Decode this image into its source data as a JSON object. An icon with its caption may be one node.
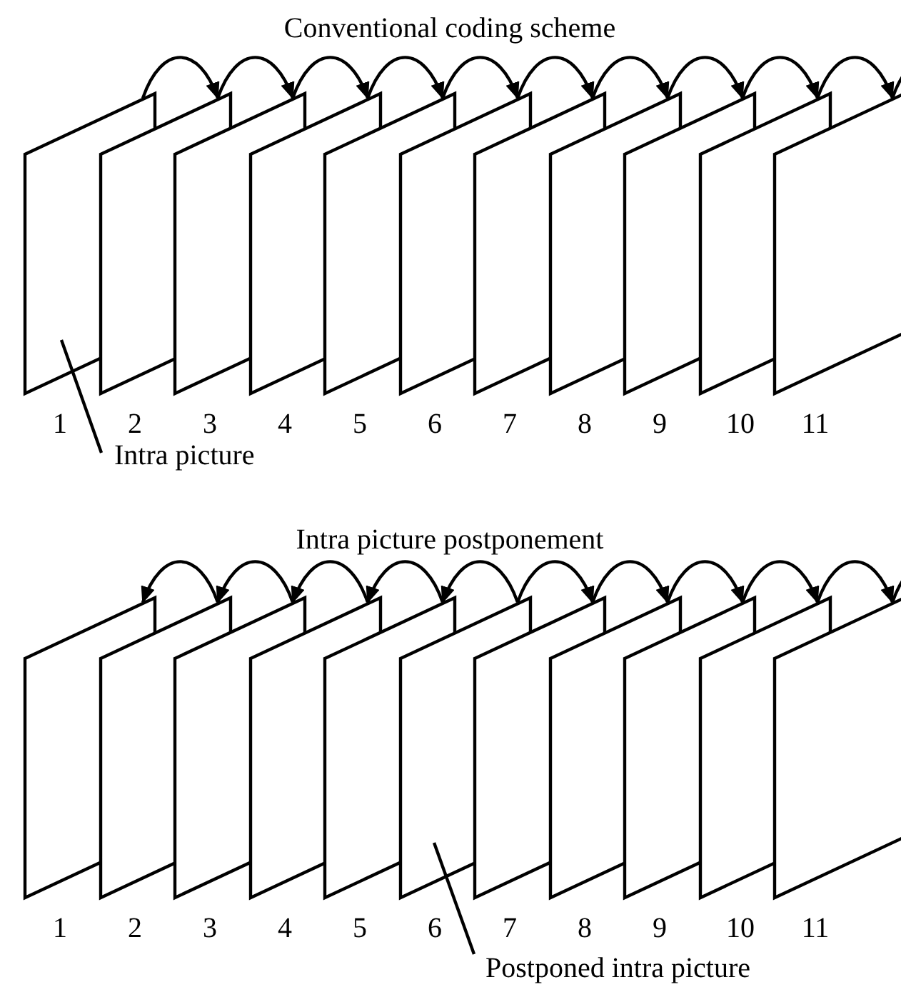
{
  "diagram": {
    "nodes": [
      {
        "text": [],
        "shape": "parallelogram",
        "beside": [
          "1"
        ]
      },
      {
        "text": [],
        "shape": "parallelogram",
        "beside": [
          "2"
        ]
      },
      {
        "text": [],
        "shape": "parallelogram",
        "beside": [
          "3"
        ]
      },
      {
        "text": [],
        "shape": "parallelogram",
        "beside": [
          "4"
        ]
      },
      {
        "text": [],
        "shape": "parallelogram",
        "beside": [
          "5"
        ]
      },
      {
        "text": [],
        "shape": "parallelogram",
        "beside": [
          "6"
        ]
      },
      {
        "text": [],
        "shape": "parallelogram",
        "beside": [
          "7"
        ]
      },
      {
        "text": [],
        "shape": "parallelogram",
        "beside": [
          "8"
        ]
      },
      {
        "text": [],
        "shape": "parallelogram",
        "beside": [
          "9"
        ]
      },
      {
        "text": [],
        "shape": "parallelogram",
        "beside": [
          "10"
        ]
      },
      {
        "text": [],
        "shape": "parallelogram",
        "beside": [
          "11"
        ]
      },
      {
        "text": [
          "Intra picture"
        ]
      },
      {
        "text": [],
        "shape": "parallelogram",
        "beside": [
          "1"
        ]
      },
      {
        "text": [],
        "shape": "parallelogram",
        "beside": [
          "2"
        ]
      },
      {
        "text": [],
        "shape": "parallelogram",
        "beside": [
          "3"
        ]
      },
      {
        "text": [],
        "shape": "parallelogram",
        "beside": [
          "4"
        ]
      },
      {
        "text": [],
        "shape": "parallelogram",
        "beside": [
          "5"
        ]
      },
      {
        "text": [],
        "shape": "parallelogram",
        "beside": [
          "6"
        ]
      },
      {
        "text": [],
        "shape": "parallelogram",
        "beside": [
          "7"
        ]
      },
      {
        "text": [],
        "shape": "parallelogram",
        "beside": [
          "8"
        ]
      },
      {
        "text": [],
        "shape": "parallelogram",
        "beside": [
          "9"
        ]
      },
      {
        "text": [],
        "shape": "parallelogram",
        "beside": [
          "10"
        ]
      },
      {
        "text": [],
        "shape": "parallelogram",
        "beside": [
          "11"
        ]
      },
      {
        "text": [
          "Postponed intra picture"
        ]
      }
    ],
    "edges": [
      {
        "from": 0,
        "to": 1,
        "arrow": "to"
      },
      {
        "from": 1,
        "to": 2,
        "arrow": "to"
      },
      {
        "from": 2,
        "to": 3,
        "arrow": "to"
      },
      {
        "from": 3,
        "to": 4,
        "arrow": "to"
      },
      {
        "from": 4,
        "to": 5,
        "arrow": "to"
      },
      {
        "from": 5,
        "to": 6,
        "arrow": "to"
      },
      {
        "from": 6,
        "to": 7,
        "arrow": "to"
      },
      {
        "from": 7,
        "to": 8,
        "arrow": "to"
      },
      {
        "from": 8,
        "to": 9,
        "arrow": "to"
      },
      {
        "from": 9,
        "to": 10,
        "arrow": "to"
      },
      {
        "from": 10,
        "to": null,
        "arrow": "to"
      },
      {
        "from": 11,
        "to": 0,
        "arrow": "none"
      },
      {
        "from": 13,
        "to": 12,
        "arrow": "to"
      },
      {
        "from": 14,
        "to": 13,
        "arrow": "to"
      },
      {
        "from": 15,
        "to": 14,
        "arrow": "to"
      },
      {
        "from": 16,
        "to": 15,
        "arrow": "to"
      },
      {
        "from": 17,
        "to": 16,
        "arrow": "to"
      },
      {
        "from": 17,
        "to": 18,
        "arrow": "to"
      },
      {
        "from": 18,
        "to": 19,
        "arrow": "to"
      },
      {
        "from": 19,
        "to": 20,
        "arrow": "to"
      },
      {
        "from": 20,
        "to": 21,
        "arrow": "to"
      },
      {
        "from": 21,
        "to": 22,
        "arrow": "to"
      },
      {
        "from": 22,
        "to": null,
        "arrow": "to"
      },
      {
        "from": 23,
        "to": 17,
        "arrow": "none"
      }
    ],
    "labels": [
      "Conventional coding scheme",
      "Intra picture postponement"
    ]
  }
}
